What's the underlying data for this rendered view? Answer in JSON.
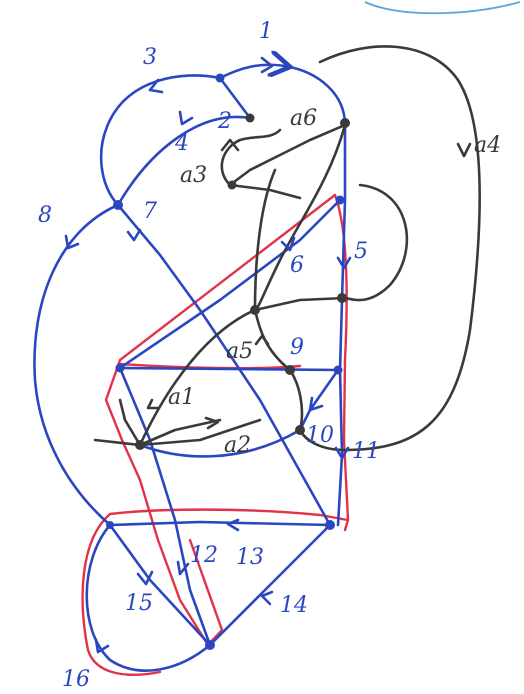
{
  "colors": {
    "blue": "#2a47c0",
    "dark": "#3a3a3a",
    "red": "#e0334a",
    "sky": "#5aa6d8"
  },
  "blue_labels": {
    "l1": "1",
    "l2": "2",
    "l3": "3",
    "l4": "4",
    "l5": "5",
    "l6": "6",
    "l7": "7",
    "l8": "8",
    "l9": "9",
    "l10": "10",
    "l11": "11",
    "l12": "12",
    "l13": "13",
    "l14": "14",
    "l15": "15",
    "l16": "16"
  },
  "dark_labels": {
    "a1": "a1",
    "a2": "a2",
    "a3": "a3",
    "a4": "a4",
    "a5": "a5",
    "a6": "a6"
  }
}
